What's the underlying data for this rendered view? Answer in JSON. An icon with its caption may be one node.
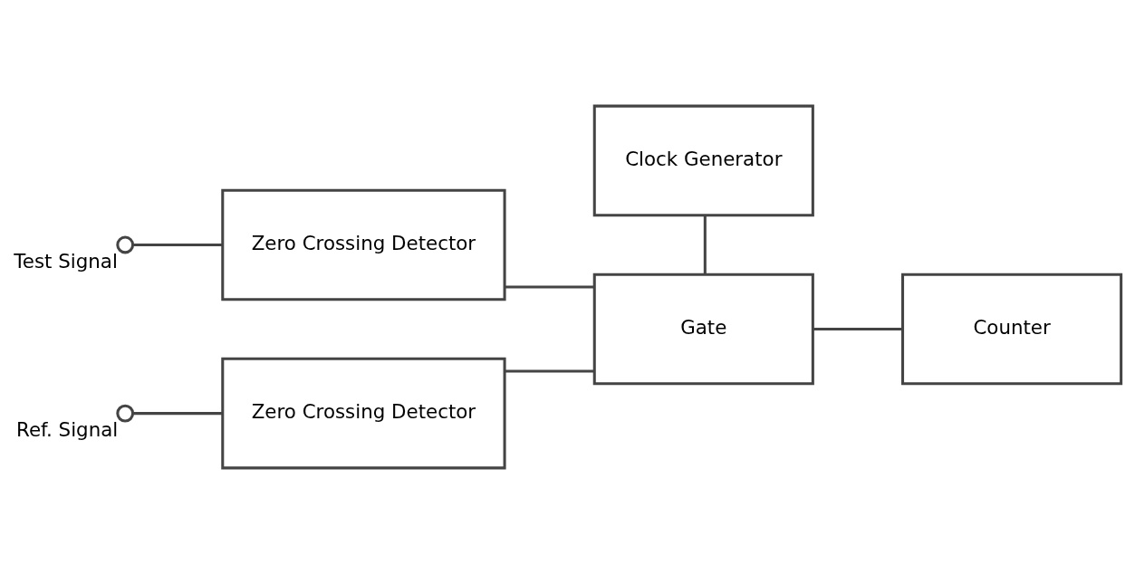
{
  "diagram": {
    "nodes": [
      {
        "text": [
          "Clock Generator"
        ]
      },
      {
        "text": [],
        "shape": "circle",
        "beside": [
          "Test Signal"
        ]
      },
      {
        "text": [
          "Zero Crossing Detector"
        ]
      },
      {
        "text": [
          "Gate"
        ]
      },
      {
        "text": [
          "Counter"
        ]
      },
      {
        "text": [],
        "shape": "circle",
        "beside": [
          "Ref. Signal"
        ]
      },
      {
        "text": [
          "Zero Crossing Detector"
        ]
      }
    ],
    "edges": [
      {
        "from": 1,
        "to": 2,
        "arrow": "none"
      },
      {
        "from": 0,
        "to": 3,
        "arrow": "none"
      },
      {
        "from": 2,
        "to": 3,
        "arrow": "none"
      },
      {
        "from": 3,
        "to": 4,
        "arrow": "none"
      },
      {
        "from": 5,
        "to": 6,
        "arrow": "none"
      },
      {
        "from": 6,
        "to": 3,
        "arrow": "none"
      }
    ]
  }
}
